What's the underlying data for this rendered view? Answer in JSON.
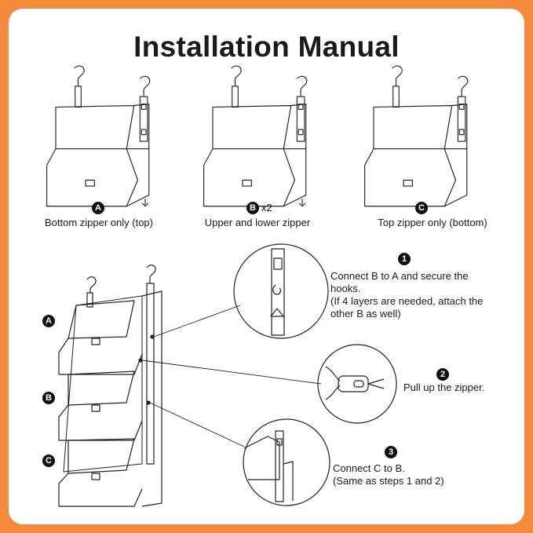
{
  "title": "Installation Manual",
  "variants": [
    {
      "badge": "A",
      "multiplier": "",
      "caption": "Bottom zipper only (top)"
    },
    {
      "badge": "B",
      "multiplier": "x2",
      "caption": "Upper and lower zipper"
    },
    {
      "badge": "C",
      "multiplier": "",
      "caption": "Top zipper only (bottom)"
    }
  ],
  "stack_labels": [
    "A",
    "B",
    "C"
  ],
  "steps": [
    {
      "number": "1",
      "lines": [
        "Connect B to A  and secure the",
        "hooks.",
        "(If 4 layers are needed, attach the",
        "other B as well)"
      ]
    },
    {
      "number": "2",
      "lines": [
        "Pull up the zipper."
      ]
    },
    {
      "number": "3",
      "lines": [
        "Connect C to B.",
        "(Same as steps 1 and 2)"
      ]
    }
  ],
  "colors": {
    "border": "#f58a3c",
    "ink": "#1a1a1a",
    "badge": "#111111"
  }
}
